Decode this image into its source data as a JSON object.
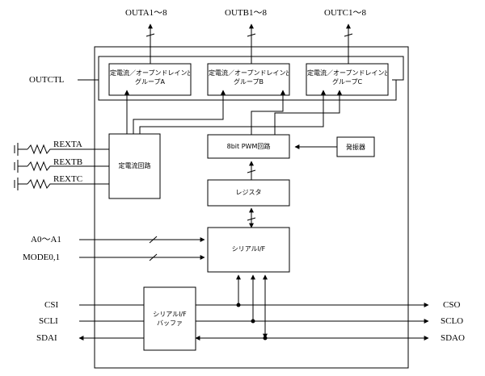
{
  "outputs_top": {
    "outa": "OUTA1～8",
    "outb": "OUTB1～8",
    "outc": "OUTC1～8"
  },
  "left_labels": {
    "outctl": "OUTCTL",
    "rexta": "REXTA",
    "rextb": "REXTB",
    "rextc": "REXTC",
    "a0": "A0～A1",
    "mode": "MODE0,1",
    "csi": "CSI",
    "scli": "SCLI",
    "sdai": "SDAI"
  },
  "right_labels": {
    "cso": "CSO",
    "sclo": "SCLO",
    "sdao": "SDAO"
  },
  "blocks": {
    "group_a": [
      "定電流／オープンドレイン出力",
      "グループA"
    ],
    "group_b": [
      "定電流／オープンドレイン出力",
      "グループB"
    ],
    "group_c": [
      "定電流／オープンドレイン出力",
      "グループC"
    ],
    "const_current": "定電流回路",
    "pwm": "8bit PWM回路",
    "oscillator": "発振器",
    "register": "レジスタ",
    "serial_if": "シリアルI/F",
    "serial_buffer": [
      "シリアルI/F",
      "バッファ"
    ]
  }
}
